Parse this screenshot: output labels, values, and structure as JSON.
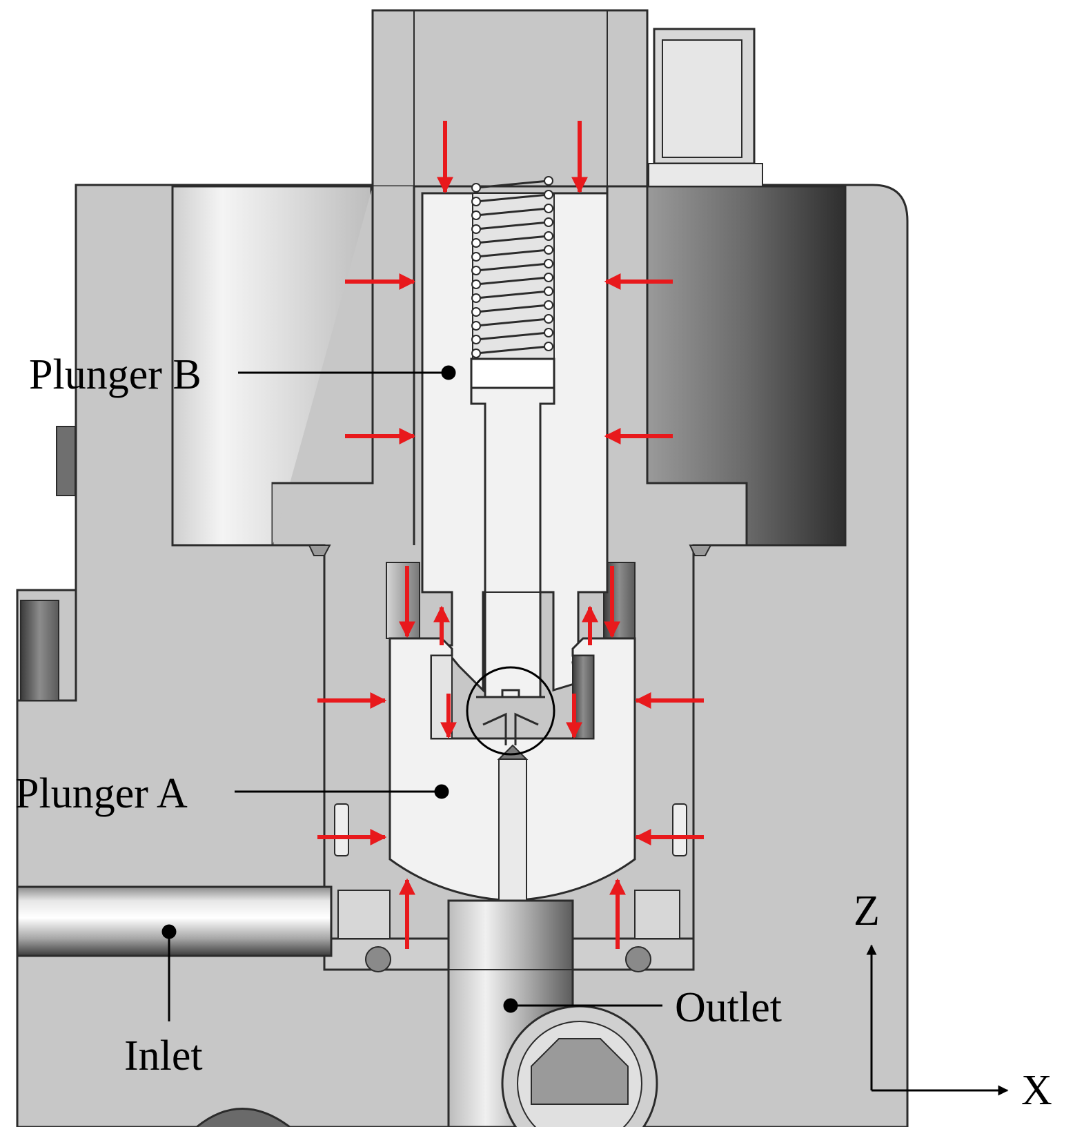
{
  "labels": {
    "plunger_b": "Plunger B",
    "plunger_a": "Plunger A",
    "inlet": "Inlet",
    "outlet": "Outlet",
    "axis_z": "Z",
    "axis_x": "X"
  },
  "colors": {
    "body": "#c7c7c7",
    "plunger": "#f2f2f2",
    "outline": "#2b2b2b",
    "force_arrow": "#e8191c",
    "leader_line": "#000000"
  }
}
